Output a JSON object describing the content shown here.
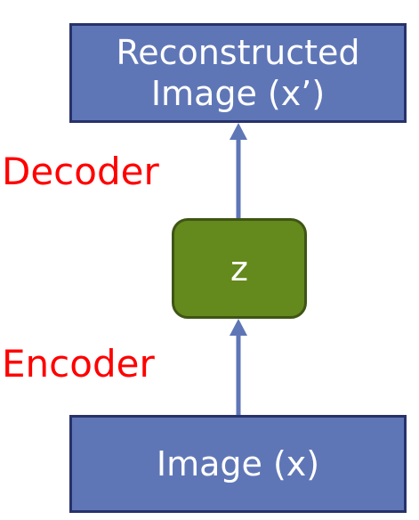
{
  "top_box": {
    "line1": "Reconstructed",
    "line2": "Image (x’)"
  },
  "latent_box": {
    "label": "z"
  },
  "bottom_box": {
    "label": "Image (x)"
  },
  "labels": {
    "decoder": "Decoder",
    "encoder": "Encoder"
  },
  "colors": {
    "box_fill": "#5f76b6",
    "box_border": "#27326a",
    "latent_fill": "#64891d",
    "latent_border": "#3f5515",
    "label_text": "#ff0000",
    "arrow": "#5f76b6"
  }
}
